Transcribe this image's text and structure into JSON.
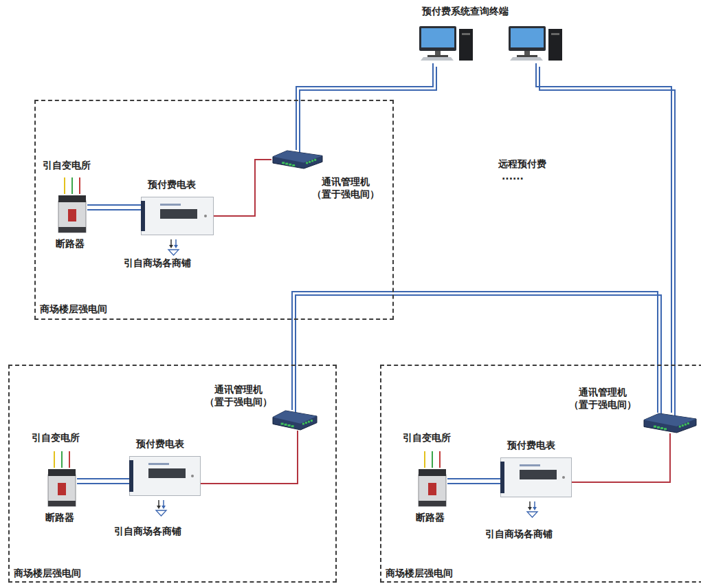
{
  "diagram": {
    "nodes": [
      {
        "text": [
          "预付费系统查询终端"
        ]
      },
      {
        "text": [
          "商场楼层强电间"
        ]
      },
      {
        "text": [
          "断路器"
        ],
        "in": 1
      },
      {
        "text": [
          "预付费电表"
        ],
        "in": 1
      },
      {
        "text": [
          "通讯管理机 （置于强电间）"
        ],
        "in": 1
      },
      {
        "text": [
          "商场楼层强电间"
        ]
      },
      {
        "text": [
          "断路器"
        ],
        "in": 5
      },
      {
        "text": [
          "预付费电表"
        ],
        "in": 5
      },
      {
        "text": [
          "通讯管理机 （置于强电间）"
        ],
        "in": 5
      },
      {
        "text": [
          "商场楼层强电间"
        ]
      },
      {
        "text": [
          "断路器"
        ],
        "in": 9
      },
      {
        "text": [
          "预付费电表"
        ],
        "in": 9
      },
      {
        "text": [
          "通讯管理机 （置于强电间）"
        ],
        "in": 9
      }
    ],
    "edges": [
      {
        "from": 2,
        "to": 3,
        "arrow": "none"
      },
      {
        "from": 3,
        "to": 4,
        "arrow": "none"
      },
      {
        "from": 6,
        "to": 7,
        "arrow": "none"
      },
      {
        "from": 7,
        "to": 8,
        "arrow": "none"
      },
      {
        "from": 10,
        "to": 11,
        "arrow": "none"
      },
      {
        "from": 11,
        "to": 12,
        "arrow": "none"
      },
      {
        "from": 4,
        "to": 0,
        "arrow": "none"
      },
      {
        "from": 8,
        "to": 12,
        "arrow": "none"
      },
      {
        "from": 12,
        "to": 0,
        "arrow": "none"
      }
    ],
    "labels": [
      "远程预付费",
      "······",
      "引自变电所",
      "引自商场各商铺",
      "引自变电所",
      "引自商场各商铺",
      "引自变电所",
      "引自商场各商铺"
    ]
  }
}
